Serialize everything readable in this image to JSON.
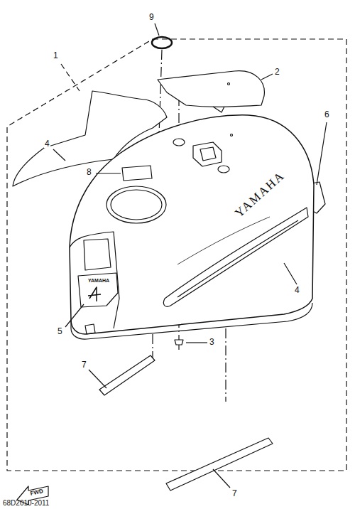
{
  "diagram": {
    "labels": [
      "9",
      "1",
      "2",
      "4",
      "6",
      "8",
      "3",
      "4",
      "5",
      "7",
      "7",
      "FWD",
      "68D2010-2011",
      "YAMAHA",
      "YAMAHA"
    ]
  }
}
